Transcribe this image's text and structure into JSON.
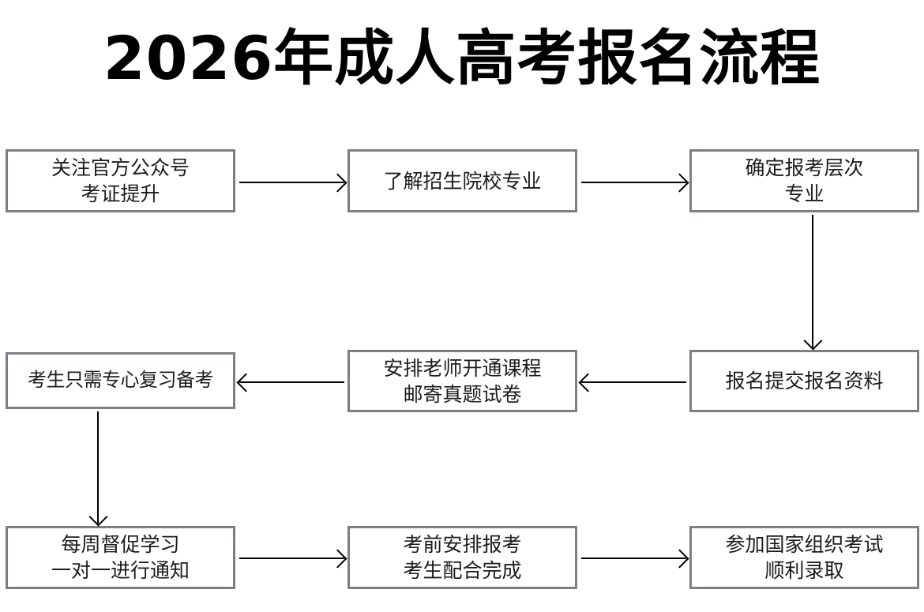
{
  "title": "2026年成人高考报名流程",
  "nodes": [
    {
      "id": "follow-official-account",
      "line1": "关注官方公众号",
      "line2": "考证提升"
    },
    {
      "id": "learn-schools-majors",
      "line1": "了解招生院校专业",
      "line2": ""
    },
    {
      "id": "confirm-level-major",
      "line1": "确定报考层次",
      "line2": "专业"
    },
    {
      "id": "focus-on-review",
      "line1": "考生只需专心复习备考",
      "line2": ""
    },
    {
      "id": "teacher-course-mail",
      "line1": "安排老师开通课程",
      "line2": "邮寄真题试卷"
    },
    {
      "id": "submit-application",
      "line1": "报名提交报名资料",
      "line2": ""
    },
    {
      "id": "weekly-supervision",
      "line1": "每周督促学习",
      "line2": "一对一进行通知"
    },
    {
      "id": "pre-exam-arrange",
      "line1": "考前安排报考",
      "line2": "考生配合完成"
    },
    {
      "id": "national-exam-admit",
      "line1": "参加国家组织考试",
      "line2": "顺利录取"
    }
  ],
  "connectors": [
    {
      "id": "arrow-1-to-2",
      "direction": "right"
    },
    {
      "id": "arrow-2-to-3",
      "direction": "right"
    },
    {
      "id": "arrow-3-to-6",
      "direction": "down"
    },
    {
      "id": "arrow-6-to-5",
      "direction": "left"
    },
    {
      "id": "arrow-5-to-4",
      "direction": "left"
    },
    {
      "id": "arrow-4-to-7",
      "direction": "down"
    },
    {
      "id": "arrow-7-to-8",
      "direction": "right"
    },
    {
      "id": "arrow-8-to-9",
      "direction": "right"
    }
  ],
  "colors": {
    "box_border": "#7b7e86",
    "arrow": "#000000",
    "text": "#1c1c1c",
    "background": "#ffffff"
  }
}
